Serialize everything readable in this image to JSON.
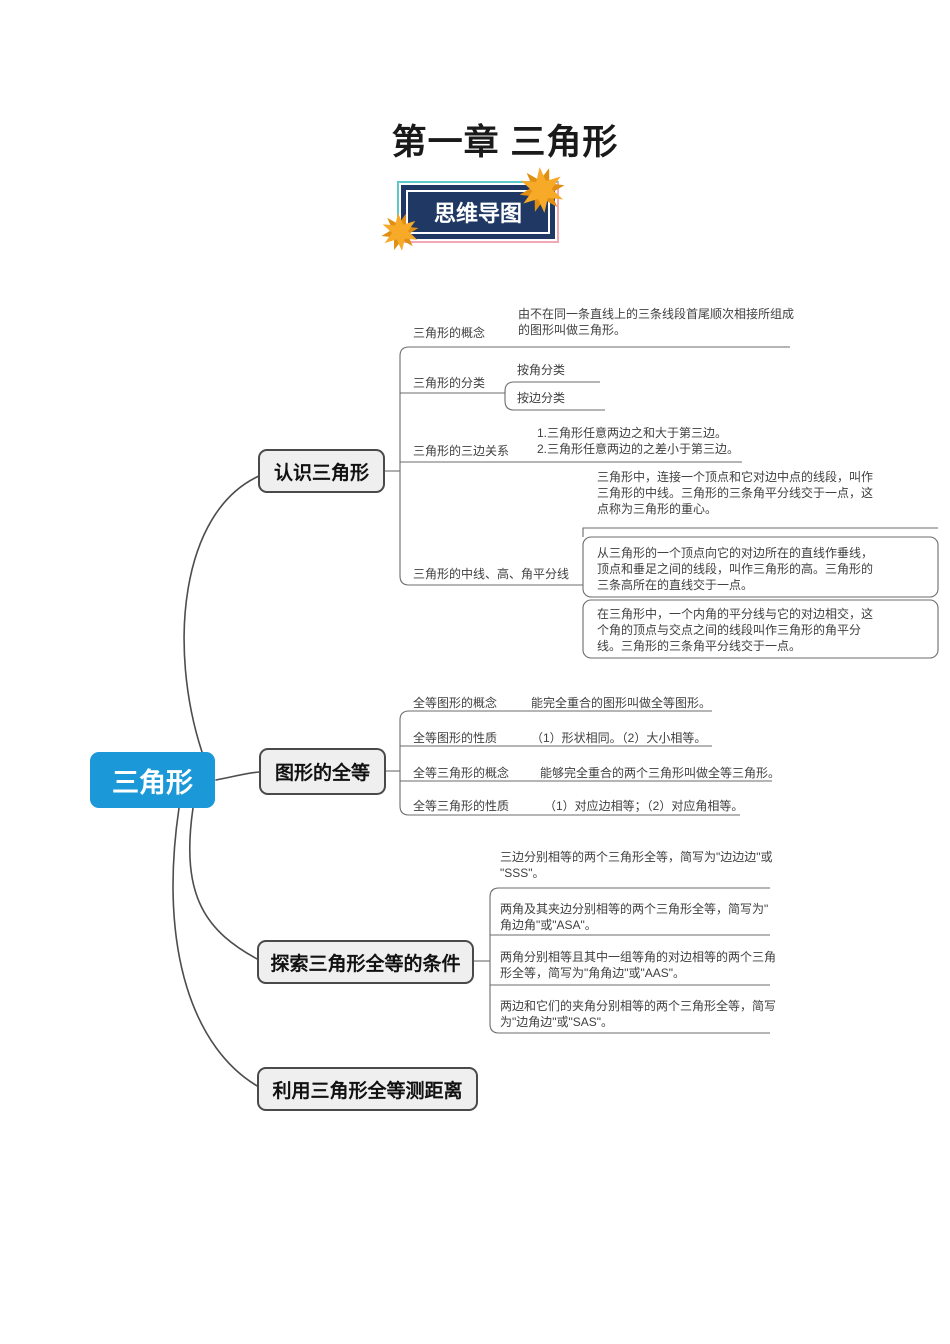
{
  "title": "第一章 三角形",
  "badge": {
    "label": "思维导图"
  },
  "colors": {
    "root_node": "#1b98d8",
    "branch_node_bg": "#efefef",
    "branch_node_border": "#4a4a4a",
    "badge_bg": "#1f3864",
    "star": "#f7a928",
    "line": "#6b6b6b"
  },
  "root": {
    "label": "三角形"
  },
  "branch1": {
    "label": "认识三角形",
    "concept_label": "三角形的概念",
    "concept_desc": "由不在同一条直线上的三条线段首尾顺次相接所组成\n的图形叫做三角形。",
    "classify_label": "三角形的分类",
    "classify_by_angle": "按角分类",
    "classify_by_side": "按边分类",
    "sides_label": "三角形的三边关系",
    "sides_desc": "1.三角形任意两边之和大于第三边。\n2.三角形任意两边的之差小于第三边。",
    "cevian_label": "三角形的中线、高、角平分线",
    "median_desc": "三角形中，连接一个顶点和它对边中点的线段，叫作\n三角形的中线。三角形的三条角平分线交于一点，这\n点称为三角形的重心。",
    "altitude_desc": "从三角形的一个顶点向它的对边所在的直线作垂线，\n顶点和垂足之间的线段，叫作三角形的高。三角形的\n三条高所在的直线交于一点。",
    "bisector_desc": "在三角形中，一个内角的平分线与它的对边相交，这\n个角的顶点与交点之间的线段叫作三角形的角平分\n线。三角形的三条角平分线交于一点。"
  },
  "branch2": {
    "label": "图形的全等",
    "rows": [
      {
        "label": "全等图形的概念",
        "desc": "能完全重合的图形叫做全等图形。"
      },
      {
        "label": "全等图形的性质",
        "desc": "（1）形状相同。（2）大小相等。"
      },
      {
        "label": "全等三角形的概念",
        "desc": "能够完全重合的两个三角形叫做全等三角形。"
      },
      {
        "label": "全等三角形的性质",
        "desc": "（1）对应边相等；（2）对应角相等。"
      }
    ]
  },
  "branch3": {
    "label": "探索三角形全等的条件",
    "rules": [
      "三边分别相等的两个三角形全等，简写为\"边边边\"或\n\"SSS\"。",
      "两角及其夹边分别相等的两个三角形全等，简写为\"\n角边角\"或\"ASA\"。",
      "两角分别相等且其中一组等角的对边相等的两个三角\n形全等，简写为\"角角边\"或\"AAS\"。",
      "两边和它们的夹角分别相等的两个三角形全等，简写\n为\"边角边\"或\"SAS\"。"
    ]
  },
  "branch4": {
    "label": "利用三角形全等测距离"
  }
}
